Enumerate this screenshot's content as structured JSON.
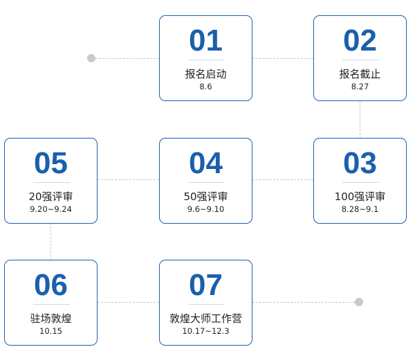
{
  "steps": [
    {
      "num": "01",
      "title": "报名启动",
      "date": "8.6"
    },
    {
      "num": "02",
      "title": "报名截止",
      "date": "8.27"
    },
    {
      "num": "03",
      "title": "100强评审",
      "date": "8.28~9.1"
    },
    {
      "num": "04",
      "title": "50强评审",
      "date": "9.6~9.10"
    },
    {
      "num": "05",
      "title": "20强评审",
      "date": "9.20~9.24"
    },
    {
      "num": "06",
      "title": "驻场敦煌",
      "date": "10.15"
    },
    {
      "num": "07",
      "title": "敦煌大师工作营",
      "date": "10.17~12.3"
    }
  ],
  "colors": {
    "accent": "#1b5fae",
    "connector": "#c4c4c4",
    "endpoint": "#c9c9c9"
  }
}
